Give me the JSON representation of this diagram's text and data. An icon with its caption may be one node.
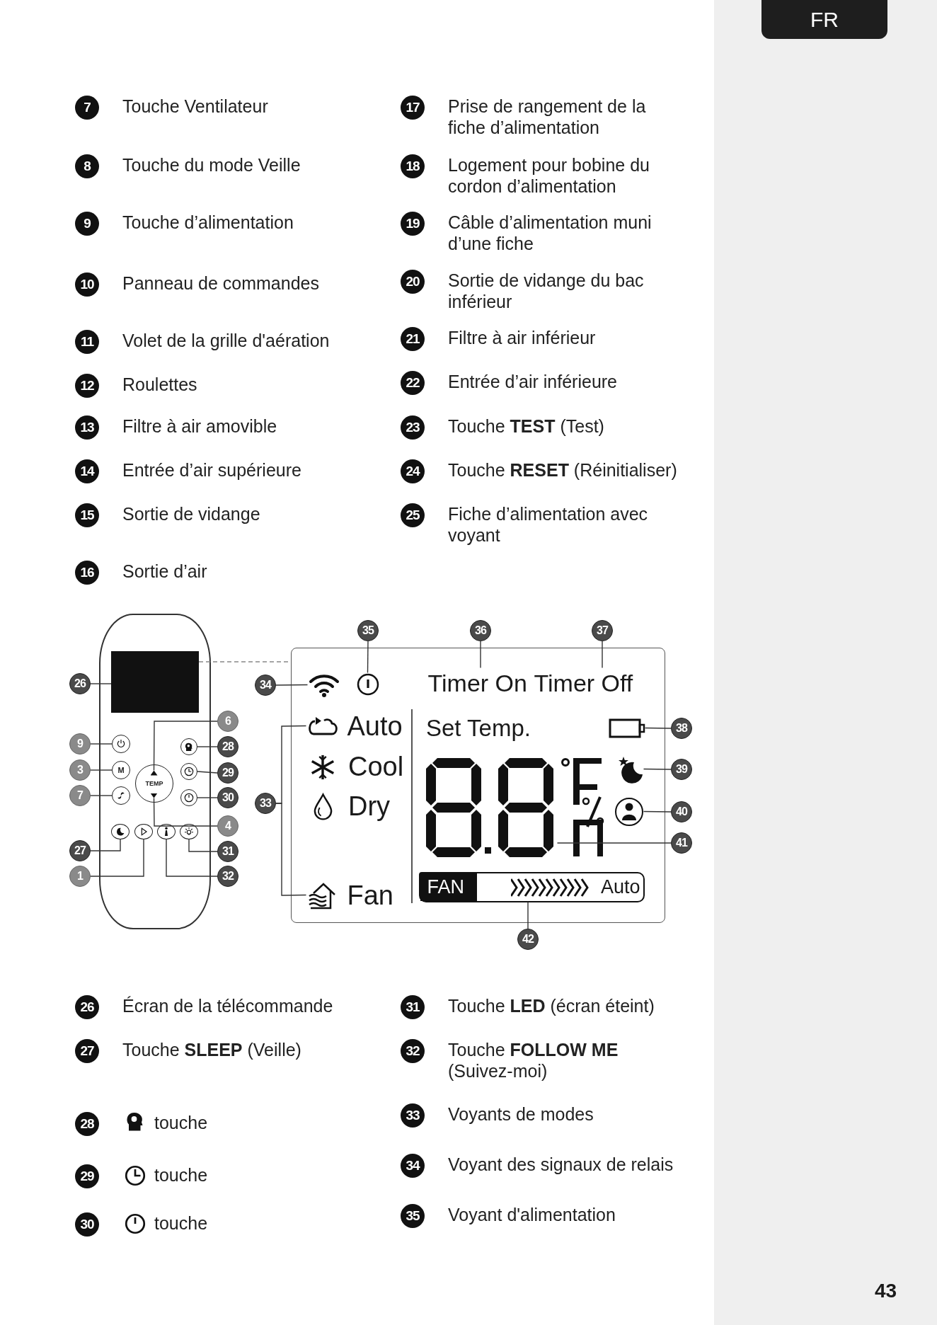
{
  "diagram": {
    "nodes": [
      {
        "text": [],
        "shape": "box"
      },
      {
        "text": [],
        "shape": "box",
        "in": 0
      },
      {
        "text": [],
        "shape": "circle",
        "in": 0
      },
      {
        "text": [
          "M"
        ],
        "in": 0
      },
      {
        "text": [],
        "shape": "circle",
        "in": 0
      },
      {
        "text": [
          "TEMP"
        ],
        "in": 0
      },
      {
        "text": [],
        "shape": "triangle",
        "in": 5
      },
      {
        "text": [],
        "shape": "triangle",
        "in": 5
      },
      {
        "text": [],
        "shape": "circle",
        "in": 0
      },
      {
        "text": [],
        "shape": "circle",
        "in": 0
      },
      {
        "text": [],
        "shape": "circle",
        "in": 0
      },
      {
        "text": [],
        "shape": "circle",
        "in": 0
      },
      {
        "text": [],
        "shape": "circle",
        "in": 0
      },
      {
        "text": [],
        "shape": "circle",
        "in": 0
      },
      {
        "text": [],
        "shape": "circle",
        "in": 0
      },
      {
        "text": [],
        "shape": "box"
      },
      {
        "text": [],
        "shape": "icon",
        "in": 15
      },
      {
        "text": [],
        "shape": "icon",
        "in": 15
      },
      {
        "text": [
          "Timer On"
        ],
        "in": 15
      },
      {
        "text": [
          "Timer Off"
        ],
        "in": 15
      },
      {
        "text": [
          "Auto"
        ],
        "in": 15
      },
      {
        "text": [
          "Fan"
        ],
        "in": 15
      },
      {
        "text": [],
        "shape": "display",
        "in": 15
      },
      {
        "text": [],
        "shape": "box",
        "in": 15
      },
      {
        "text": [],
        "shape": "icon",
        "in": 15
      },
      {
        "text": [],
        "shape": "icon",
        "in": 15
      },
      {
        "text": [
          "FAN",
          "Auto"
        ],
        "in": 15
      },
      {
        "text": [
          "26"
        ]
      },
      {
        "text": [
          "9"
        ]
      },
      {
        "text": [
          "3"
        ]
      },
      {
        "text": [
          "7"
        ]
      },
      {
        "text": [
          "27"
        ]
      },
      {
        "text": [
          "1"
        ]
      },
      {
        "text": [
          "6"
        ]
      },
      {
        "text": [
          "28"
        ]
      },
      {
        "text": [
          "29"
        ]
      },
      {
        "text": [
          "30"
        ]
      },
      {
        "text": [
          "4"
        ]
      },
      {
        "text": [
          "31"
        ]
      },
      {
        "text": [
          "32"
        ]
      },
      {
        "text": [
          "33"
        ]
      },
      {
        "text": [
          "34"
        ]
      },
      {
        "text": [
          "35"
        ]
      },
      {
        "text": [
          "36"
        ]
      },
      {
        "text": [
          "37"
        ]
      },
      {
        "text": [
          "38"
        ]
      },
      {
        "text": [
          "39"
        ]
      },
      {
        "text": [
          "40"
        ]
      },
      {
        "text": [
          "41"
        ]
      },
      {
        "text": [
          "42"
        ]
      }
    ],
    "edges": [
      {
        "from": 27,
        "to": 1,
        "arrow": "none"
      },
      {
        "from": 28,
        "to": 2,
        "arrow": "none"
      },
      {
        "from": 29,
        "to": 3,
        "arrow": "none"
      },
      {
        "from": 30,
        "to": 4,
        "arrow": "none"
      },
      {
        "from": 33,
        "to": 6,
        "arrow": "none"
      },
      {
        "from": 34,
        "to": 8,
        "arrow": "none"
      },
      {
        "from": 35,
        "to": 9,
        "arrow": "none"
      },
      {
        "from": 36,
        "to": 10,
        "arrow": "none"
      },
      {
        "from": 37,
        "to": 7,
        "arrow": "none"
      },
      {
        "from": 31,
        "to": 11,
        "arrow": "none"
      },
      {
        "from": 32,
        "to": 12,
        "arrow": "none"
      },
      {
        "from": 38,
        "to": 14,
        "arrow": "none"
      },
      {
        "from": 39,
        "to": 13,
        "arrow": "none"
      },
      {
        "from": 40,
        "to": 20,
        "arrow": "none"
      },
      {
        "from": 40,
        "to": 21,
        "arrow": "none"
      },
      {
        "from": 41,
        "to": 16,
        "arrow": "none"
      },
      {
        "from": 42,
        "to": 17,
        "arrow": "none"
      },
      {
        "from": 43,
        "to": 18,
        "arrow": "none"
      },
      {
        "from": 44,
        "to": 19,
        "arrow": "none"
      },
      {
        "from": 45,
        "to": 23,
        "arrow": "none"
      },
      {
        "from": 46,
        "to": 24,
        "arrow": "none"
      },
      {
        "from": 47,
        "to": 25,
        "arrow": "none"
      },
      {
        "from": 48,
        "to": 22,
        "arrow": "none"
      },
      {
        "from": 49,
        "to": 26,
        "arrow": "none"
      },
      {
        "from": 1,
        "to": 15,
        "arrow": "none",
        "style": "dashed"
      }
    ],
    "labels": [
      "FR",
      "7",
      "Touche Ventilateur",
      "8",
      "Touche du mode Veille",
      "9",
      "Touche d’alimentation",
      "10",
      "Panneau de commandes",
      "11",
      "Volet de la grille d'aération",
      "12",
      "Roulettes",
      "13",
      "Filtre à air amovible",
      "14",
      "Entrée d’air supérieure",
      "15",
      "Sortie de vidange",
      "16",
      "Sortie d’air",
      "17",
      "Prise de rangement de la fiche d’alimentation",
      "18",
      "Logement pour bobine du cordon d’alimentation",
      "19",
      "Câble d’alimentation muni d’une fiche",
      "20",
      "Sortie de vidange du bac inférieur",
      "21",
      "Filtre à air inférieur",
      "22",
      "Entrée d’air inférieure",
      "23",
      "Touche **TEST** (Test)",
      "24",
      "Touche **RESET** (Réinitialiser)",
      "25",
      "Fiche d’alimentation avec voyant",
      "Cool",
      "Dry",
      "Set Temp.",
      "26",
      "Écran de la télécommande",
      "27",
      "Touche **SLEEP** (Veille)",
      "28",
      "touche",
      "29",
      "touche",
      "30",
      "touche",
      "31",
      "Touche **LED** (écran éteint)",
      "32",
      "Touche **FOLLOW ME** (Suivez-moi)",
      "33",
      "Voyants de modes",
      "34",
      "Voyant des signaux de relais",
      "35",
      "Voyant d'alimentation",
      "43"
    ]
  }
}
